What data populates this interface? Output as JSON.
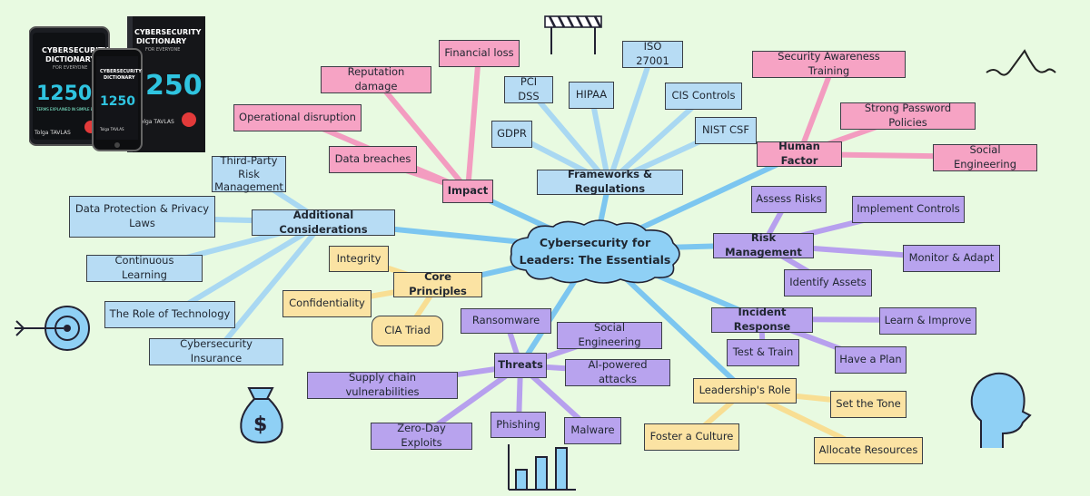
{
  "center": {
    "line1": "Cybersecurity for",
    "line2": "Leaders: The Essentials"
  },
  "book": {
    "title_line1": "CYBERSECURITY",
    "title_line2": "DICTIONARY",
    "title_line3": "FOR EVERYONE",
    "number": "1250",
    "number_partial": "250",
    "author": "Tolga TAVLAS",
    "tagline": "TERMS EXPLAINED IN SIMPLE ENGLISH"
  },
  "colors": {
    "pink": "#f6a3c4",
    "blue": "#b7dcf4",
    "purple": "#b8a3ee",
    "yellow": "#fbe3a3",
    "center_fill": "#8fd0f5",
    "background": "#e8fae1"
  },
  "branches": {
    "impact": {
      "label": "Impact",
      "items": [
        "Financial loss",
        "Reputation damage",
        "Operational disruption",
        "Data breaches"
      ]
    },
    "frameworks": {
      "label": "Frameworks & Regulations",
      "items": [
        "ISO 27001",
        "PCI DSS",
        "HIPAA",
        "CIS Controls",
        "GDPR",
        "NIST CSF"
      ]
    },
    "human_factor": {
      "label": "Human Factor",
      "items": [
        "Security Awareness Training",
        "Strong Password Policies",
        "Social Engineering"
      ]
    },
    "risk_management": {
      "label": "Risk Management",
      "items": [
        "Assess Risks",
        "Implement Controls",
        "Monitor & Adapt",
        "Identify Assets"
      ]
    },
    "incident_response": {
      "label": "Incident Response",
      "items": [
        "Learn & Improve",
        "Test & Train",
        "Have a Plan"
      ]
    },
    "leadership": {
      "label": "Leadership's Role",
      "items": [
        "Set the Tone",
        "Foster a Culture",
        "Allocate Resources"
      ]
    },
    "threats": {
      "label": "Threats",
      "items": [
        "Ransomware",
        "Social Engineering",
        "AI-powered attacks",
        "Supply chain vulnerabilities",
        "Phishing",
        "Zero-Day Exploits",
        "Malware"
      ]
    },
    "core_principles": {
      "label": "Core Principles",
      "items": [
        "Integrity",
        "Confidentiality",
        "CIA Triad"
      ]
    },
    "additional": {
      "label": "Additional Considerations",
      "items": [
        "Third-Party Risk Management",
        "Data Protection & Privacy Laws",
        "Continuous Learning",
        "The Role of Technology",
        "Cybersecurity Insurance"
      ]
    }
  },
  "decorations": [
    "book-cover-image",
    "barrier-icon",
    "shark-fin-icon",
    "target-icon",
    "money-bag-icon",
    "bar-chart-icon",
    "head-profile-icon"
  ]
}
